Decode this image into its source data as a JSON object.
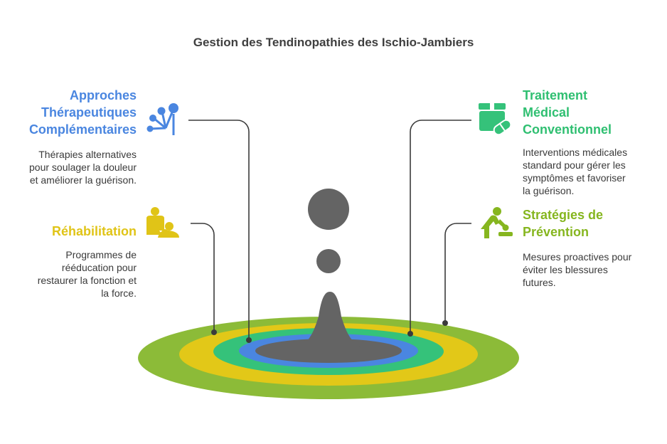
{
  "title": "Gestion des Tendinopathies des Ischio-Jambiers",
  "items": {
    "complementary": {
      "heading_lines": [
        "Approches",
        "Thérapeutiques",
        "Complémentaires"
      ],
      "description_lines": [
        "Thérapies alternatives",
        "pour soulager la douleur",
        "et améliorer la guérison."
      ],
      "color": "#4a86e0",
      "icon": "molecule-nodes-icon"
    },
    "rehabilitation": {
      "heading_lines": [
        "Réhabilitation"
      ],
      "description_lines": [
        "Programmes de",
        "rééducation pour",
        "restaurer la fonction et",
        "la force."
      ],
      "color": "#e0c417",
      "icon": "caregiver-icon"
    },
    "medical": {
      "heading_lines": [
        "Traitement",
        "Médical",
        "Conventionnel"
      ],
      "description_lines": [
        "Interventions médicales",
        "standard pour gérer les",
        "symptômes et favoriser",
        "la guérison."
      ],
      "color": "#2fbf71",
      "icon": "medicine-box-icon"
    },
    "prevention": {
      "heading_lines": [
        "Stratégies de",
        "Prévention"
      ],
      "description_lines": [
        "Mesures proactives pour",
        "éviter les blessures",
        "futures."
      ],
      "color": "#86b61f",
      "icon": "care-worker-icon"
    }
  }
}
